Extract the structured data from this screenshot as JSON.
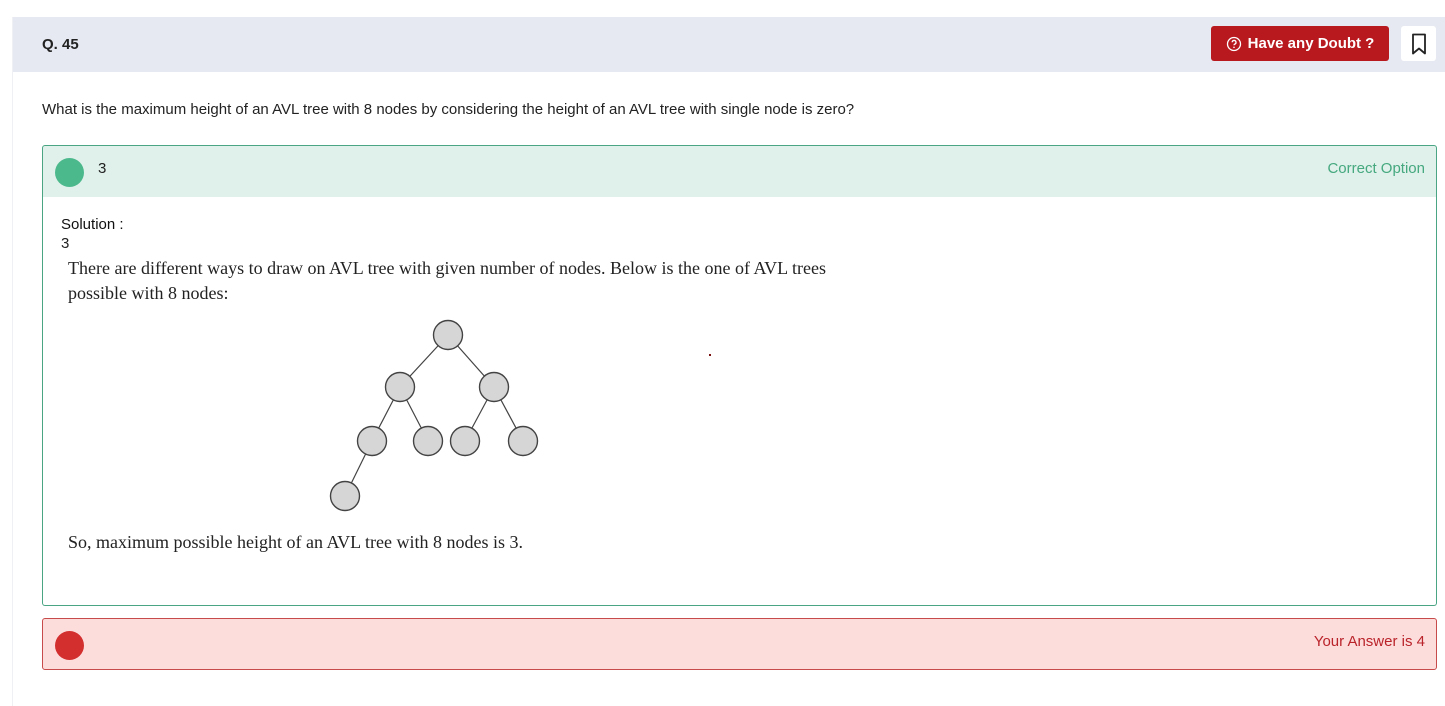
{
  "question": {
    "number": "Q. 45",
    "text": "What is the maximum height of an AVL tree with 8 nodes by considering the height of an AVL tree with single node is zero?"
  },
  "header": {
    "doubt_button": "Have any Doubt ?",
    "bookmark_icon": "bookmark-icon"
  },
  "correct_option": {
    "value": "3",
    "status": "Correct Option",
    "color": "#4cb98d"
  },
  "solution": {
    "title": "Solution :",
    "value": "3",
    "paragraph_1": "There are different ways to draw on AVL tree with given number of nodes. Below is the one of AVL trees possible with 8 nodes:",
    "paragraph_2": "So, maximum possible height of an AVL tree with 8 nodes is 3."
  },
  "your_answer": {
    "status": "Your Answer is 4",
    "color": "#d32f2f"
  },
  "colors": {
    "header_bg": "#e6e9f1",
    "doubt_button_bg": "#b7191f",
    "correct_bg": "#dff1ea",
    "wrong_bg": "#fddcdc"
  }
}
